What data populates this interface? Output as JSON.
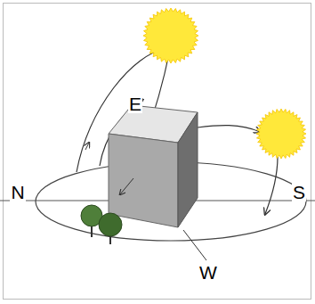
{
  "diagram": {
    "labels": [
      "E",
      "N",
      "S",
      "W"
    ]
  }
}
